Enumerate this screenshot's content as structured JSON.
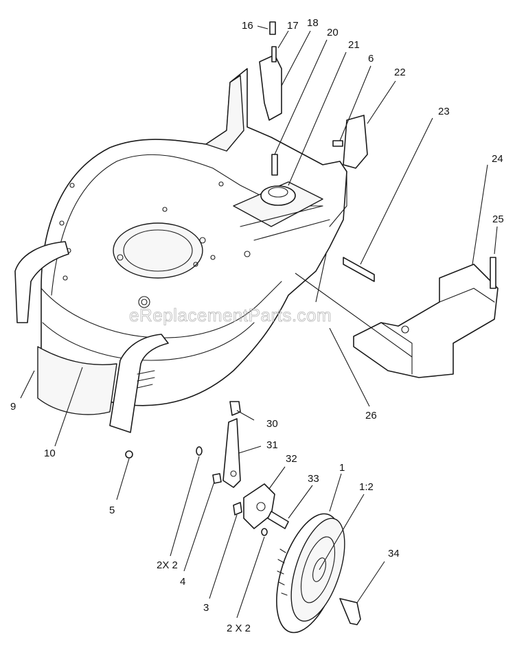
{
  "watermark": "eReplacementParts.com",
  "callouts": [
    {
      "id": "16",
      "text": "16"
    },
    {
      "id": "17",
      "text": "17"
    },
    {
      "id": "18",
      "text": "18"
    },
    {
      "id": "20",
      "text": "20"
    },
    {
      "id": "21",
      "text": "21"
    },
    {
      "id": "6",
      "text": "6"
    },
    {
      "id": "22",
      "text": "22"
    },
    {
      "id": "23",
      "text": "23"
    },
    {
      "id": "24",
      "text": "24"
    },
    {
      "id": "25",
      "text": "25"
    },
    {
      "id": "9",
      "text": "9"
    },
    {
      "id": "10",
      "text": "10"
    },
    {
      "id": "26",
      "text": "26"
    },
    {
      "id": "30",
      "text": "30"
    },
    {
      "id": "31",
      "text": "31"
    },
    {
      "id": "5",
      "text": "5"
    },
    {
      "id": "32",
      "text": "32"
    },
    {
      "id": "1",
      "text": "1"
    },
    {
      "id": "33",
      "text": "33"
    },
    {
      "id": "1-2",
      "text": "1:2"
    },
    {
      "id": "2x2-a",
      "text": "2X 2"
    },
    {
      "id": "4",
      "text": "4"
    },
    {
      "id": "34",
      "text": "34"
    },
    {
      "id": "3",
      "text": "3"
    },
    {
      "id": "2x2-b",
      "text": "2 X 2"
    }
  ]
}
